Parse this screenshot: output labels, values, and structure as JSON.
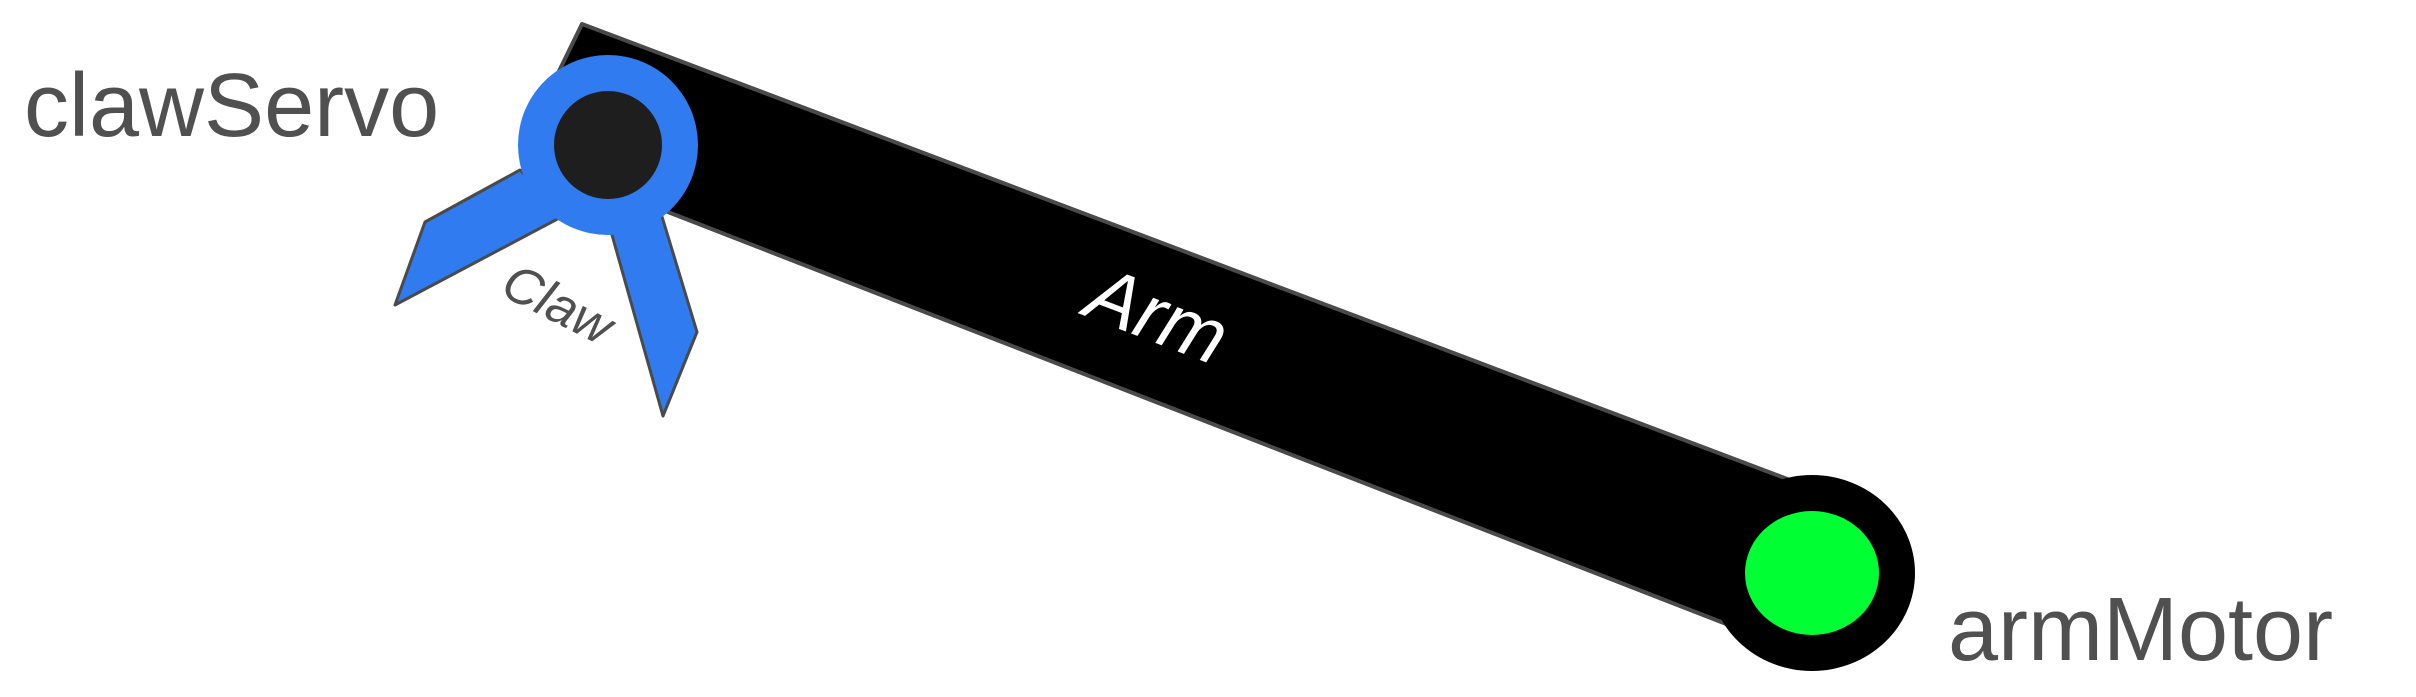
{
  "labels": {
    "claw_servo": "clawServo",
    "arm_motor": "armMotor",
    "arm": "Arm",
    "claw": "Claw"
  },
  "colors": {
    "arm_body": "#000000",
    "arm_outline": "#4a4a4a",
    "claw_blue": "#2f7bef",
    "servo_center": "#1e1e1e",
    "motor_green": "#00ff33",
    "label_gray": "#505050",
    "arm_label": "#ffffff"
  }
}
